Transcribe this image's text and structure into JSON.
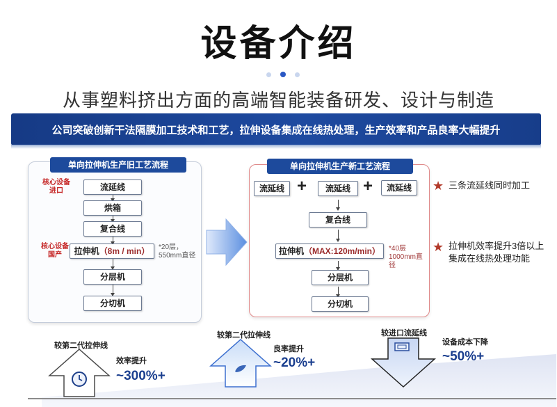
{
  "header": {
    "title": "设备介绍",
    "subtitle": "从事塑料挤出方面的高端智能装备研发、设计与制造"
  },
  "banner": {
    "text": "公司突破创新干法隔膜加工技术和工艺，拉伸设备集成在线热处理，生产效率和产品良率大幅提升"
  },
  "old_process": {
    "title": "单向拉伸机生产旧工艺流程",
    "steps": [
      "流延线",
      "烘箱",
      "复合线",
      "拉伸机",
      "分层机",
      "分切机"
    ],
    "stretch_speed": "（8m / min）",
    "core_import_label": "核心设备\n进口",
    "core_domestic_label": "核心设备\n国产",
    "note": "*20层，\n550mm直径"
  },
  "new_process": {
    "title": "单向拉伸机生产新工艺流程",
    "casting_lines": [
      "流延线",
      "流延线",
      "流延线"
    ],
    "steps": [
      "复合线",
      "拉伸机",
      "分层机",
      "分切机"
    ],
    "stretch_speed": "（MAX:120m/min）",
    "note": "*40层\n1000mm直径"
  },
  "highlights": [
    "三条流延线同时加工",
    "拉伸机效率提升3倍以上\n集成在线热处理功能"
  ],
  "comparisons": [
    {
      "label": "较第二代拉伸线",
      "metric": "效率提升",
      "value": "~300%+",
      "direction": "up",
      "icon": "clock-icon"
    },
    {
      "label": "较第二代拉伸线",
      "metric": "良率提升",
      "value": "~20%+",
      "direction": "up",
      "icon": "leaf-icon"
    },
    {
      "label": "较进口流延线",
      "metric": "设备成本下降",
      "value": "~50%+",
      "direction": "down",
      "icon": "cash-icon"
    }
  ],
  "colors": {
    "brand_blue": "#1d4a9c",
    "accent_red": "#c62828",
    "arrow_blue": "#5b8fe0"
  }
}
